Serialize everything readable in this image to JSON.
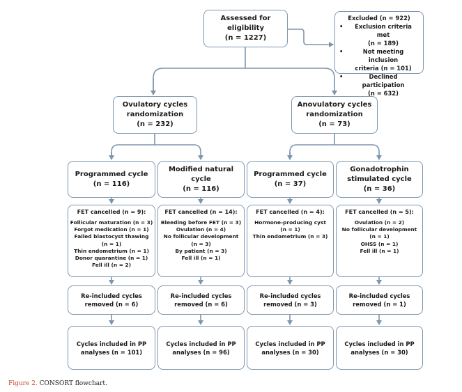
{
  "assessed": {
    "title": "Assessed for",
    "title2": "eligibility",
    "count": "(n = 1227)"
  },
  "excluded": {
    "title": "Excluded (n = 922)",
    "items": [
      {
        "line1": "Exclusion criteria met",
        "line2": "(n = 189)"
      },
      {
        "line1": "Not meeting inclusion",
        "line2": "criteria (n = 101)"
      },
      {
        "line1": "Declined participation",
        "line2": "(n = 632)"
      }
    ]
  },
  "ovulatory": {
    "line1": "Ovulatory cycles",
    "line2": "randomization",
    "count": "(n = 232)"
  },
  "anovulatory": {
    "line1": "Anovulatory cycles",
    "line2": "randomization",
    "count": "(n = 73)"
  },
  "columns": [
    {
      "arm": {
        "line1": "Programmed cycle",
        "line2": "(n = 116)"
      },
      "cancel_title": "FET cancelled (n = 9):",
      "reasons": [
        "Follicular maturation (n = 3)",
        "Forgot medication (n = 1)",
        "Failed blastocyst thawing",
        "(n = 1)",
        "Thin endometrium (n = 1)",
        "Donor quarantine (n = 1)",
        "Fell ill (n = 2)"
      ],
      "reincluded": {
        "line1": "Re-included cycles",
        "line2": "removed (n = 6)"
      },
      "included": {
        "line1": "Cycles included in PP",
        "line2": "analyses (n = 101)"
      }
    },
    {
      "arm": {
        "line1": "Modified natural cycle",
        "line2": "(n = 116)"
      },
      "cancel_title": "FET cancelled (n = 14):",
      "reasons": [
        "Bleeding before FET (n = 3)",
        "Ovulation (n = 4)",
        "No follicular development",
        "(n = 3)",
        "By patient (n = 3)",
        "Fell ill (n = 1)"
      ],
      "reincluded": {
        "line1": "Re-included cycles",
        "line2": "removed (n = 6)"
      },
      "included": {
        "line1": "Cycles included in PP",
        "line2": "analyses (n = 96)"
      }
    },
    {
      "arm": {
        "line1": "Programmed cycle",
        "line2": "(n = 37)"
      },
      "cancel_title": "FET cancelled (n = 4):",
      "reasons": [
        "Hormone-producing cyst",
        "(n = 1)",
        "Thin endometrium (n = 3)"
      ],
      "reincluded": {
        "line1": "Re-included cycles",
        "line2": "removed (n = 3)"
      },
      "included": {
        "line1": "Cycles included in PP",
        "line2": "analyses (n = 30)"
      }
    },
    {
      "arm": {
        "line1": "Gonadotrophin",
        "line2": "stimulated cycle",
        "line3": "(n = 36)"
      },
      "cancel_title": "FET cancelled (n = 5):",
      "reasons": [
        "Ovulation (n = 2)",
        "No follicular development",
        "(n = 1)",
        "OHSS (n = 1)",
        "Fell ill (n = 1)"
      ],
      "reincluded": {
        "line1": "Re-included cycles",
        "line2": "removed (n = 1)"
      },
      "included": {
        "line1": "Cycles included in PP",
        "line2": "analyses (n = 30)"
      }
    }
  ],
  "caption": {
    "figure": "Figure 2.",
    "text": "CONSORT flowchart."
  }
}
